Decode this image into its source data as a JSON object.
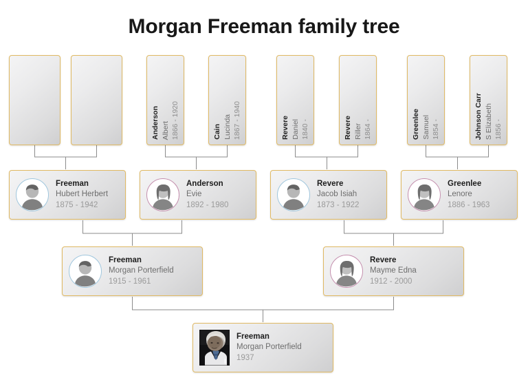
{
  "title": "Morgan Freeman family tree",
  "colors": {
    "card_border": "#e0b963",
    "connector": "#8b8b8b",
    "male_ring": "#9fc6dd",
    "female_ring": "#c48fae",
    "surname_text": "#1d1d1d",
    "given_text": "#6d6d6d",
    "dates_text": "#9a9a9a",
    "background": "#ffffff"
  },
  "generations": {
    "great_grandparents": [
      {
        "id": "gg1",
        "surname": "",
        "given": "",
        "dates": "",
        "empty": true
      },
      {
        "id": "gg2",
        "surname": "",
        "given": "",
        "dates": "",
        "empty": true
      },
      {
        "id": "gg3",
        "surname": "Anderson",
        "given": "Albert",
        "dates": "1866 - 1920",
        "empty": false
      },
      {
        "id": "gg4",
        "surname": "Cain",
        "given": "Lucinda",
        "dates": "1867 - 1940",
        "empty": false
      },
      {
        "id": "gg5",
        "surname": "Revere",
        "given": "Daniel",
        "dates": "1840 -",
        "empty": false
      },
      {
        "id": "gg6",
        "surname": "Revere",
        "given": "Riller",
        "dates": "1864 -",
        "empty": false
      },
      {
        "id": "gg7",
        "surname": "Greenlee",
        "given": "Samuel",
        "dates": "1854 -",
        "empty": false
      },
      {
        "id": "gg8",
        "surname": "Johnson Carr",
        "given": "S Elizabeth",
        "dates": "1856 -",
        "empty": false
      }
    ],
    "grandparents": [
      {
        "id": "gp1",
        "surname": "Freeman",
        "given": "Hubert Herbert",
        "dates": "1875 - 1942",
        "avatar": "male-avatar"
      },
      {
        "id": "gp2",
        "surname": "Anderson",
        "given": "Evie",
        "dates": "1892 - 1980",
        "avatar": "female-avatar"
      },
      {
        "id": "gp3",
        "surname": "Revere",
        "given": "Jacob Isiah",
        "dates": "1873 - 1922",
        "avatar": "male-avatar"
      },
      {
        "id": "gp4",
        "surname": "Greenlee",
        "given": "Lenore",
        "dates": "1886 - 1963",
        "avatar": "female-avatar"
      }
    ],
    "parents": [
      {
        "id": "pa1",
        "surname": "Freeman",
        "given": "Morgan Porterfield",
        "dates": "1915 - 1961",
        "avatar": "male-avatar"
      },
      {
        "id": "pa2",
        "surname": "Revere",
        "given": "Mayme Edna",
        "dates": "1912 - 2000",
        "avatar": "female-avatar"
      }
    ],
    "subject": {
      "id": "sub1",
      "surname": "Freeman",
      "given": "Morgan Porterfield",
      "dates": "1937",
      "avatar": "portrait-photo"
    }
  }
}
